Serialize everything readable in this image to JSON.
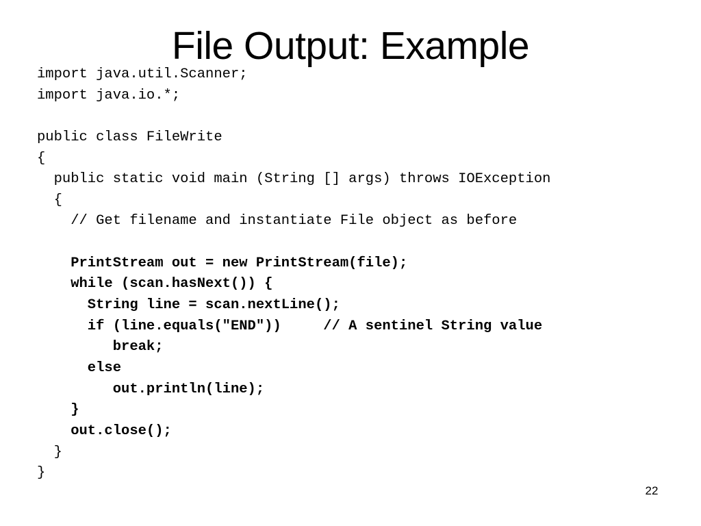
{
  "slide": {
    "title": "File Output: Example",
    "page_number": "22"
  },
  "code_lines": [
    {
      "text": "import java.util.Scanner;",
      "bold": false
    },
    {
      "text": "import java.io.*;",
      "bold": false
    },
    {
      "text": "",
      "bold": false
    },
    {
      "text": "public class FileWrite",
      "bold": false
    },
    {
      "text": "{",
      "bold": false
    },
    {
      "text": "  public static void main (String [] args) throws IOException",
      "bold": false
    },
    {
      "text": "  {",
      "bold": false
    },
    {
      "text": "    // Get filename and instantiate File object as before",
      "bold": false
    },
    {
      "text": "",
      "bold": false
    },
    {
      "text": "    PrintStream out = new PrintStream(file);",
      "bold": true
    },
    {
      "text": "    while (scan.hasNext()) {",
      "bold": true
    },
    {
      "text": "      String line = scan.nextLine();",
      "bold": true
    },
    {
      "text": "      if (line.equals(\"END\"))     // A sentinel String value",
      "bold": true
    },
    {
      "text": "         break;",
      "bold": true
    },
    {
      "text": "      else",
      "bold": true
    },
    {
      "text": "         out.println(line);",
      "bold": true
    },
    {
      "text": "    }",
      "bold": true
    },
    {
      "text": "    out.close();",
      "bold": true
    },
    {
      "text": "  }",
      "bold": false
    },
    {
      "text": "}",
      "bold": false
    }
  ]
}
